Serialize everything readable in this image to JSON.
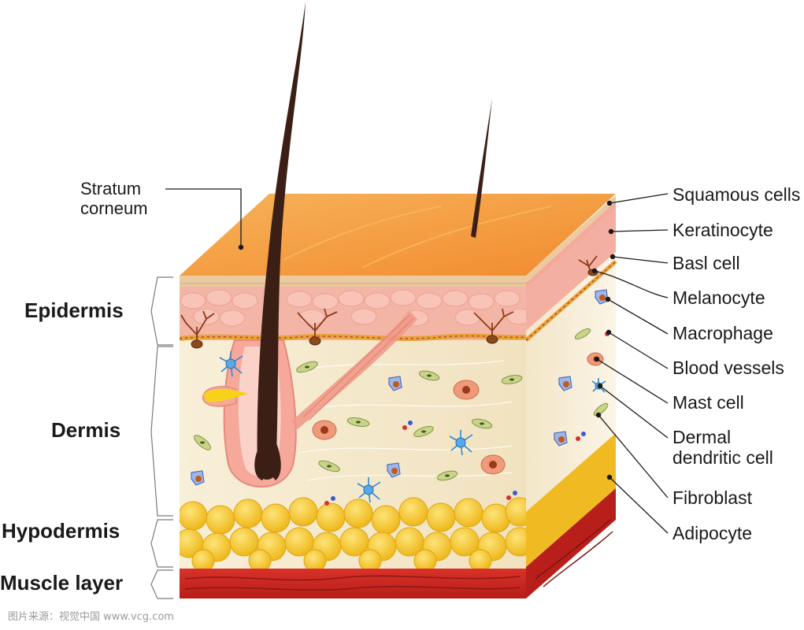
{
  "top_label": "Stratum\ncorneum",
  "layer_labels": {
    "epidermis": "Epidermis",
    "dermis": "Dermis",
    "hypodermis": "Hypodermis",
    "muscle": "Muscle layer"
  },
  "right_labels": {
    "squamous": "Squamous cells",
    "keratinocyte": "Keratinocyte",
    "basal": "Basl cell",
    "melanocyte": "Melanocyte",
    "macrophage": "Macrophage",
    "blood_vessels": "Blood vessels",
    "mast_cell": "Mast cell",
    "dermal_dendritic": "Dermal\ndendritic cell",
    "fibroblast": "Fibroblast",
    "adipocyte": "Adipocyte"
  },
  "watermark": "图片来源：视觉中国 www.vcg.com",
  "colors": {
    "stratum_corneum": "#f59a3c",
    "epidermis": "#f3b5a6",
    "dermis": "#f6ead0",
    "adipose": "#f3c21e",
    "muscle": "#c9241e",
    "hair": "#3b1f14"
  }
}
